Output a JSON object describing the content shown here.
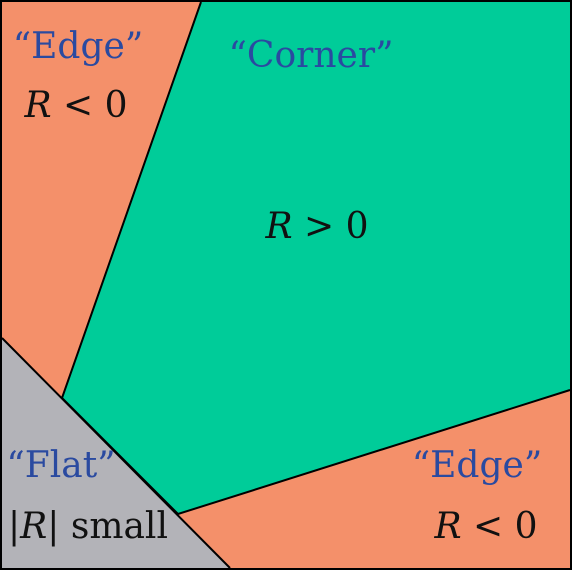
{
  "regions": {
    "edge_top_left": {
      "quote": "“Edge”",
      "condition": {
        "var": "R",
        "rel": " < 0"
      }
    },
    "corner": {
      "quote": "“Corner”",
      "condition": {
        "var": "R",
        "rel": " > 0"
      }
    },
    "flat": {
      "quote": "“Flat”",
      "condition": {
        "pre": "|",
        "var": "R",
        "post": "| small"
      }
    },
    "edge_bottom_right": {
      "quote": "“Edge”",
      "condition": {
        "var": "R",
        "rel": " < 0"
      }
    }
  },
  "colors": {
    "edge": "#f4906a",
    "corner": "#00cc99",
    "flat": "#b3b3b8",
    "label_quote": "#2a4aa0",
    "label_math": "#111111",
    "frame": "#000000"
  }
}
